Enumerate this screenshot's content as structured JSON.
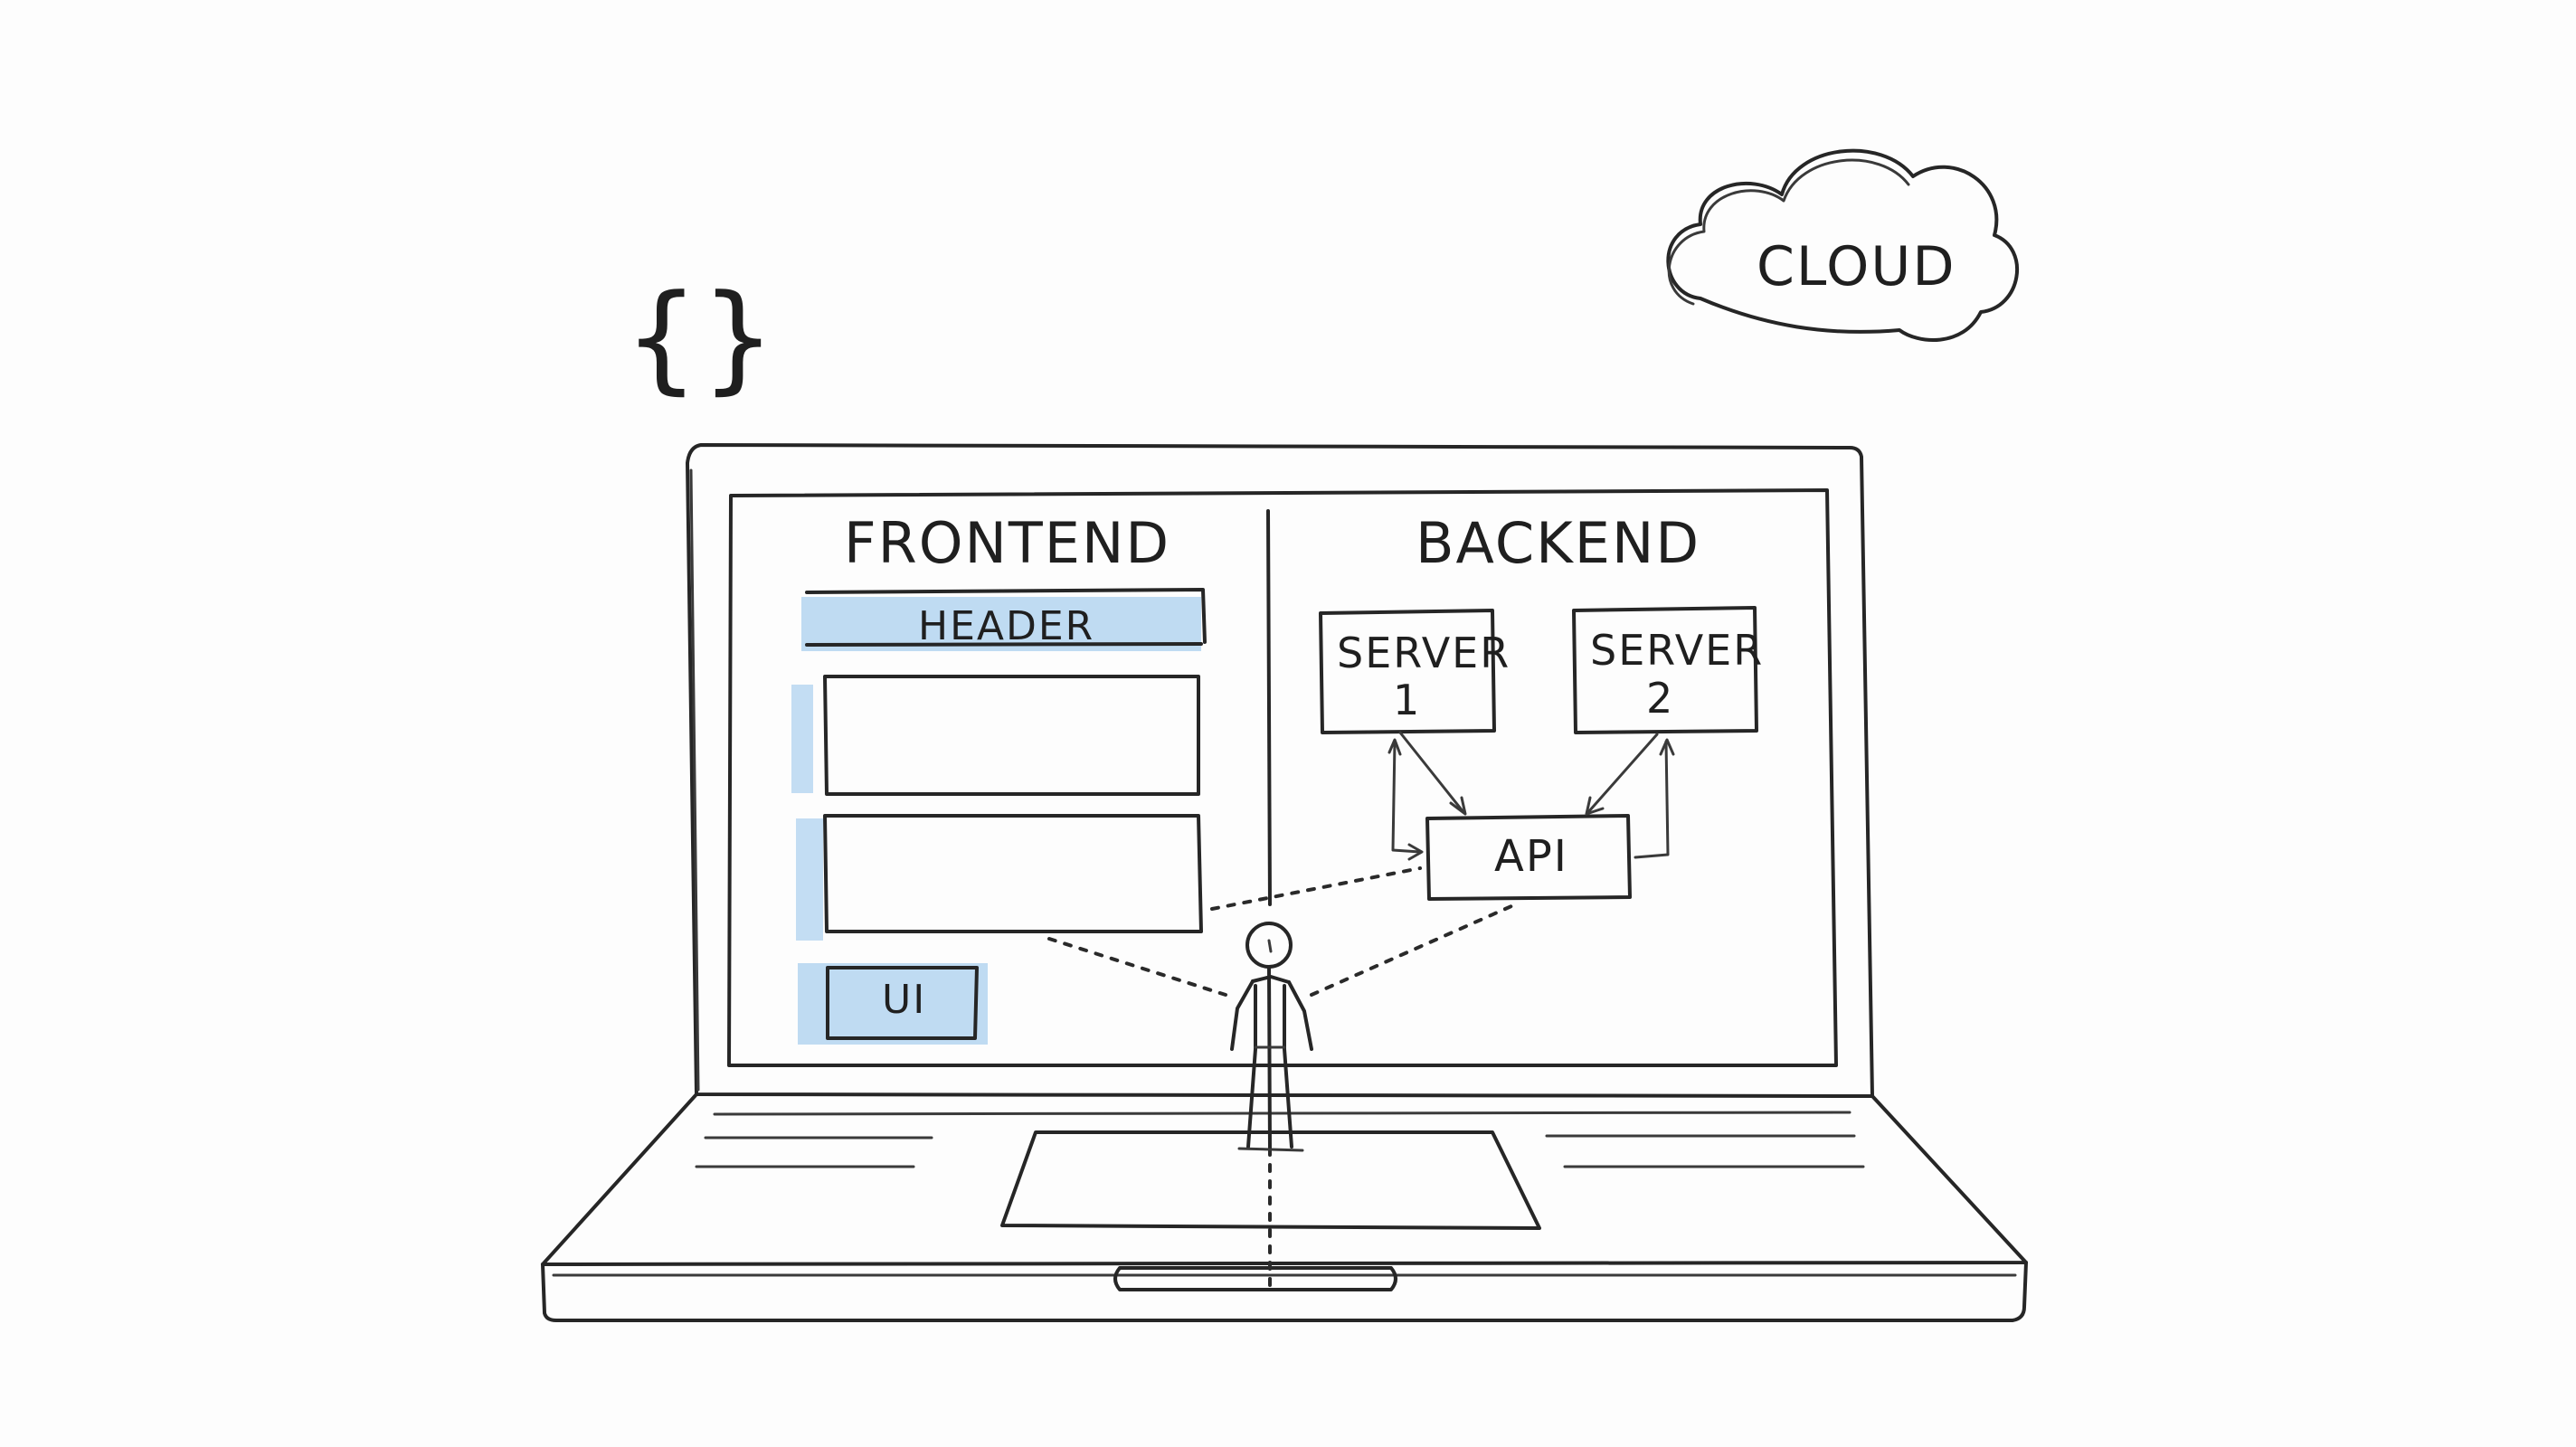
{
  "labels": {
    "braces": "{}",
    "cloud": "CLOUD",
    "frontend": "FRONTEND",
    "header": "HEADER",
    "ui": "UI",
    "backend": "BACKEND",
    "server1_line1": "SERVER",
    "server1_line2": "1",
    "server2_line1": "SERVER",
    "server2_line2": "2",
    "api": "API"
  },
  "colors": {
    "ink": "#262626",
    "highlight": "#a9cfee",
    "paper": "#fdfdfd"
  },
  "icons": [
    "cloud-icon",
    "curly-braces-icon",
    "person-icon",
    "laptop-icon"
  ]
}
